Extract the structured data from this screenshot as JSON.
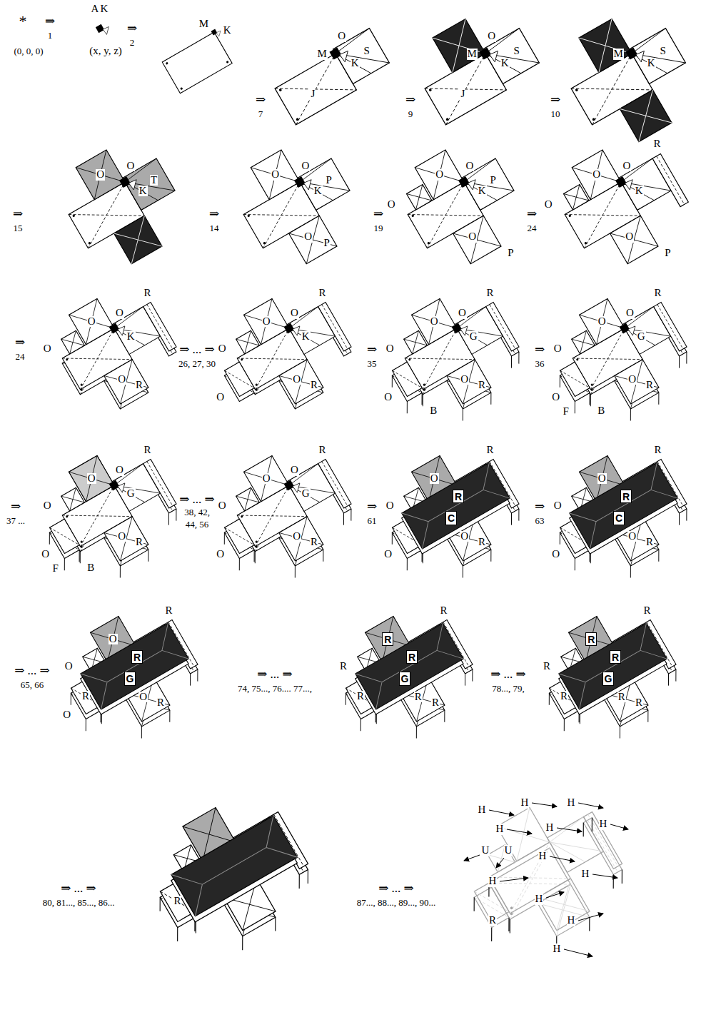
{
  "diagram": {
    "nodes": [
      {
        "text": [
          "R"
        ]
      },
      {
        "text": [
          "C"
        ]
      },
      {
        "text": [
          "R"
        ]
      },
      {
        "text": [
          "C"
        ]
      },
      {
        "text": [
          "R"
        ]
      },
      {
        "text": [
          "G"
        ]
      },
      {
        "text": [
          "R"
        ]
      },
      {
        "text": [
          "R"
        ]
      },
      {
        "text": [
          "G"
        ]
      },
      {
        "text": [
          "R"
        ]
      },
      {
        "text": [
          "R"
        ]
      },
      {
        "text": [
          "G"
        ]
      }
    ],
    "labels": [
      "*",
      "⇒",
      "1",
      "A",
      "K",
      "(0, 0, 0)",
      "(x, y, z)",
      "⇒",
      "2",
      "M",
      "K",
      "⇒",
      "7",
      "M",
      "O",
      "S",
      "J",
      "K",
      "⇒",
      "9",
      "M",
      "O",
      "S",
      "J",
      "K",
      "⇒",
      "10",
      "M",
      "S",
      "K",
      "⇒",
      "15",
      "O",
      "T",
      "O",
      "K",
      "⇒",
      "14",
      "O",
      "P",
      "O",
      "K",
      "O",
      "P",
      "⇒",
      "19",
      "O",
      "O",
      "P",
      "O",
      "K",
      "O",
      "P",
      "⇒",
      "24",
      "O",
      "R",
      "O",
      "O",
      "K",
      "O",
      "P",
      "⇒",
      "24",
      "O",
      "R",
      "O",
      "O",
      "K",
      "O",
      "R",
      "⇒ ... ⇒",
      "26, 27, 30",
      "O",
      "R",
      "O",
      "O",
      "K",
      "O",
      "R",
      "O",
      "⇒",
      "35",
      "O",
      "R",
      "O",
      "O",
      "G",
      "O",
      "R",
      "O",
      "B",
      "⇒",
      "36",
      "O",
      "R",
      "O",
      "O",
      "G",
      "O",
      "R",
      "O",
      "F",
      "B",
      "⇒",
      "37 ...",
      "O",
      "R",
      "O",
      "O",
      "G",
      "O",
      "R",
      "O",
      "F",
      "B",
      "⇒ ... ⇒",
      "38, 42,",
      "44, 56",
      "O",
      "R",
      "O",
      "O",
      "G",
      "O",
      "R",
      "O",
      "⇒",
      "61",
      "O",
      "R",
      "O",
      "O",
      "R",
      "O",
      "⇒",
      "63",
      "O",
      "R",
      "O",
      "O",
      "R",
      "O",
      "⇒ ... ⇒",
      "65, 66",
      "O",
      "R",
      "O",
      "R",
      "O",
      "O",
      "R",
      "⇒ ... ⇒",
      "74, 75..., 76.... 77...,",
      "R",
      "R",
      "R",
      "R",
      "R",
      "⇒ ... ⇒",
      "78..., 79,",
      "R",
      "R",
      "R",
      "R",
      "R",
      "⇒ ... ⇒",
      "80, 81..., 85..., 86...",
      "R",
      "⇒ ... ⇒",
      "87..., 88..., 89..., 90...",
      "H",
      "H",
      "H",
      "H",
      "H",
      "H",
      "U",
      "U",
      "H",
      "H",
      "H",
      "H",
      "H",
      "H",
      "R"
    ]
  }
}
